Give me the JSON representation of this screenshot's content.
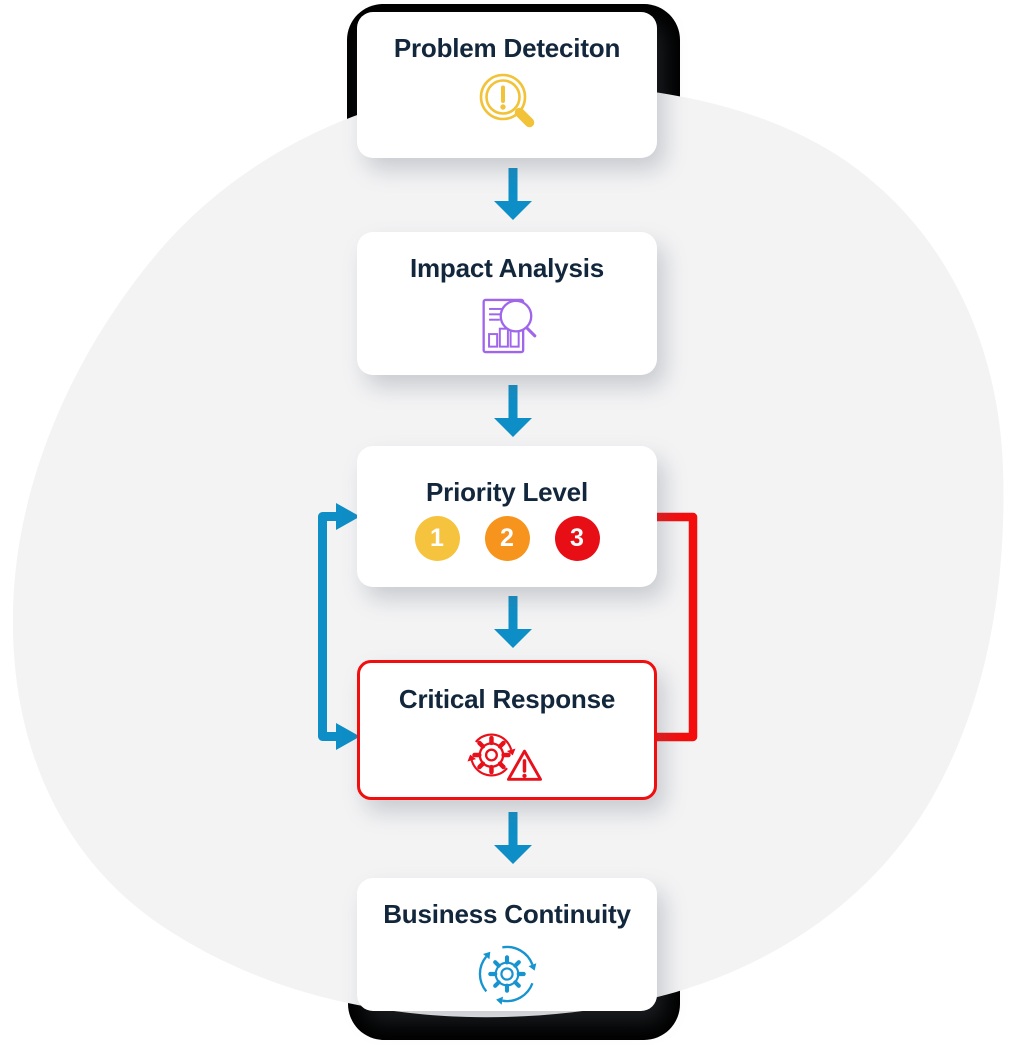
{
  "flow": {
    "steps": [
      {
        "id": "problem-detection",
        "label": "Problem Deteciton",
        "icon": "magnifier-alert-icon"
      },
      {
        "id": "impact-analysis",
        "label": "Impact Analysis",
        "icon": "chart-magnifier-icon"
      },
      {
        "id": "priority-level",
        "label": "Priority Level",
        "icon": "priority-level-badges",
        "priorities": [
          {
            "value": "1",
            "color": "#F6C33E"
          },
          {
            "value": "2",
            "color": "#F7941D"
          },
          {
            "value": "3",
            "color": "#E80E16"
          }
        ]
      },
      {
        "id": "critical-response",
        "label": "Critical Response",
        "icon": "gear-alert-icon"
      },
      {
        "id": "business-continuity",
        "label": "Business Continuity",
        "icon": "gear-cycle-icon"
      }
    ],
    "connectors": [
      {
        "type": "arrow-down",
        "from": "problem-detection",
        "to": "impact-analysis"
      },
      {
        "type": "arrow-down",
        "from": "impact-analysis",
        "to": "priority-level"
      },
      {
        "type": "arrow-down",
        "from": "priority-level",
        "to": "critical-response"
      },
      {
        "type": "arrow-down",
        "from": "critical-response",
        "to": "business-continuity"
      },
      {
        "type": "loop-left",
        "between": [
          "priority-level",
          "critical-response"
        ],
        "color": "#0E8EC6"
      },
      {
        "type": "loop-right",
        "between": [
          "priority-level",
          "critical-response"
        ],
        "color": "#F40D0D"
      }
    ]
  },
  "colors": {
    "navy_text": "#12263C",
    "arrow_blue": "#0E8EC6",
    "icon_blue": "#1794CF",
    "icon_yellow": "#F2C238",
    "icon_purple": "#9F66EC",
    "icon_red": "#E8101B",
    "loop_red": "#F40D0D",
    "critical_border": "#F10E0E",
    "blob_gray": "#F3F3F4",
    "card_white": "#FFFFFF",
    "hard_shadow": "#000000"
  }
}
